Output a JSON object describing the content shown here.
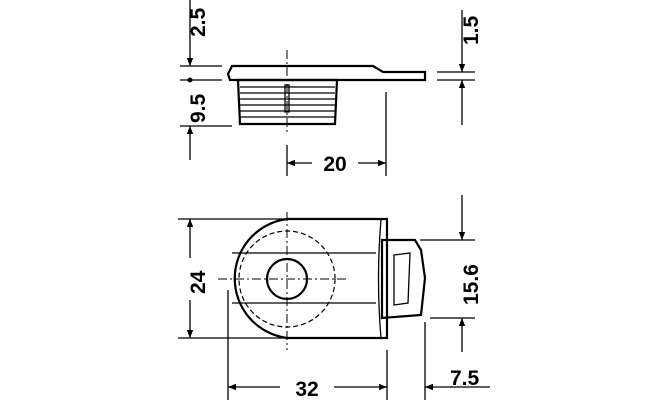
{
  "drawing": {
    "side_view": {
      "dim_top_offset": "2.5",
      "dim_height": "9.5",
      "dim_center_offset": "20",
      "dim_tab_thickness": "1.5"
    },
    "top_view": {
      "dim_width": "24",
      "dim_length": "32",
      "dim_tab_width": "15.6",
      "dim_tab_length": "7.5"
    },
    "colors": {
      "line": "#000000",
      "background": "#ffffff"
    }
  }
}
